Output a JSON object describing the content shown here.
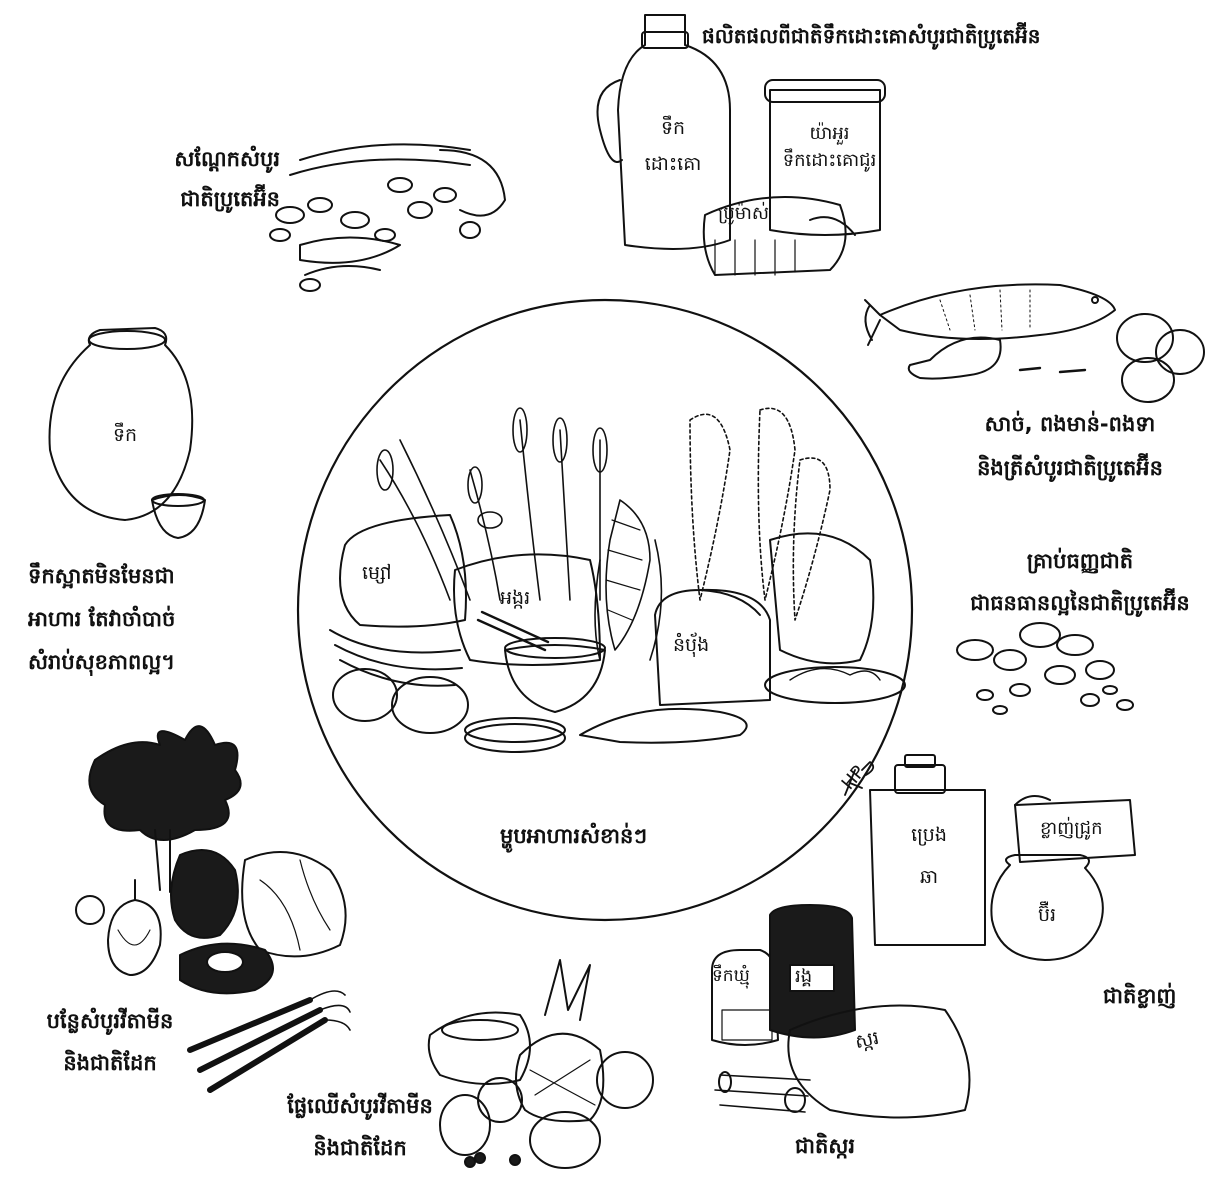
{
  "center": {
    "caption": "ម្ហូបអាហារសំខាន់ៗ",
    "signature": "HP",
    "items": {
      "flour": "ម្សៅ",
      "rice": "អង្ករ",
      "bread": "នំបុ័ង"
    }
  },
  "groups": {
    "milk": {
      "caption": "ផលិតផលពីជាតិទឹកដោះគោសំបូរជាតិប្រូតេអ៊ីន",
      "milk_bottle_line1": "ទឹក",
      "milk_bottle_line2": "ដោះគោ",
      "yogurt_line1": "យ៉ាអួរ",
      "yogurt_line2": "ទឹកដោះគោជូរ",
      "cheese": "ប្រូម៉ាស់"
    },
    "beans": {
      "caption_line1": "សណ្ដែកសំបូរ",
      "caption_line2": "ជាតិប្រូតេអ៊ីន"
    },
    "water": {
      "jar": "ទឹក",
      "caption_line1": "ទឹកស្អាតមិនមែនជា",
      "caption_line2": "អាហារ  តែវាចាំបាច់",
      "caption_line3": "សំរាប់សុខភាពល្អ។"
    },
    "meat": {
      "caption_line1": "សាច់,  ពងមាន់-ពងទា",
      "caption_line2": "និងត្រីសំបូរជាតិប្រូតេអ៊ីន"
    },
    "nuts": {
      "caption_line1": "គ្រាប់ធញ្ញជាតិ",
      "caption_line2": "ជាធនធានល្អនៃជាតិប្រូតេអ៊ីន"
    },
    "fats": {
      "oil_line1": "ប្រេង",
      "oil_line2": "ឆា",
      "lard": "ខ្លាញ់ជ្រូក",
      "butter": "ប៊ឺរ",
      "caption": "ជាតិខ្លាញ់"
    },
    "sugar": {
      "honey": "ទឹកឃ្មុំ",
      "jam": "រង្គ",
      "sugar_bag": "ស្ករ",
      "caption": "ជាតិស្ករ"
    },
    "fruits": {
      "caption_line1": "ផ្លែឈើសំបូរវីតាមីន",
      "caption_line2": "និងជាតិដែក"
    },
    "vegetables": {
      "caption_line1": "បន្លែសំបូរវីតាមីន",
      "caption_line2": "និងជាតិដែក"
    }
  }
}
